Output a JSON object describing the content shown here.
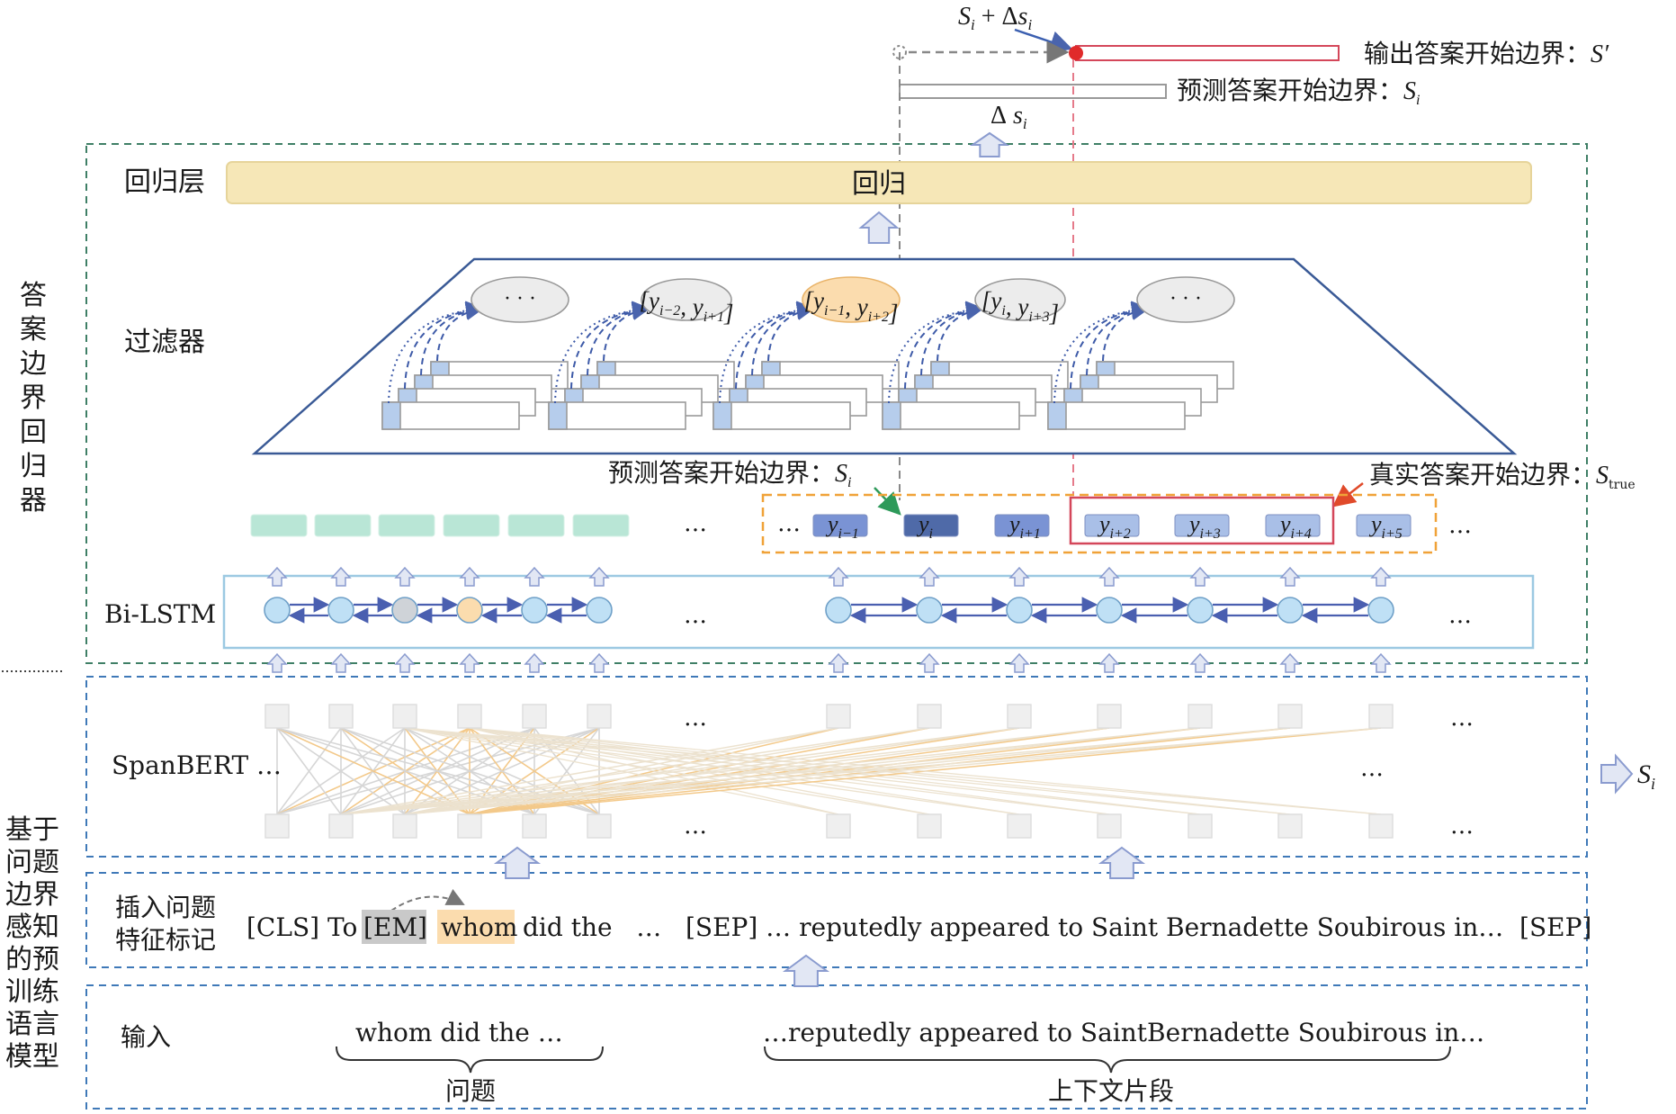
{
  "side_labels": {
    "regressor": "答案边界回归器",
    "pretrained_model": "基于问题边界感知的预训练语言模型"
  },
  "output": {
    "si_plus_delta": "S_i + Δs_i",
    "output_boundary": "输出答案开始边界：S′",
    "predicted_boundary": "预测答案开始边界：S_i",
    "delta": "Δs_i"
  },
  "regression": {
    "layer_label": "回归层",
    "bar_label": "回归"
  },
  "filter": {
    "label": "过滤器",
    "windows": [
      "· · ·",
      "[y_{i−2}, y_{i+1}]",
      "[y_{i−1}, y_{i+2}]",
      "[y_i, y_{i+3}]",
      "· · ·"
    ]
  },
  "labels_row": {
    "predicted_start": "预测答案开始边界：S_i",
    "true_start": "真实答案开始边界：S_true",
    "tokens": [
      "y_{i−1}",
      "y_i",
      "y_{i+1}",
      "y_{i+2}",
      "y_{i+3}",
      "y_{i+4}",
      "y_{i+5}"
    ],
    "ellipsis": "…"
  },
  "bilstm": {
    "label": "Bi-LSTM",
    "ellipsis": "…"
  },
  "spanbert": {
    "label": "SpanBERT …",
    "ellipsis": "…",
    "output_label": "S_i"
  },
  "feature": {
    "label_line1": "插入问题",
    "label_line2": "特征标记",
    "seq_cls": "[CLS] To",
    "seq_em": "[EM]",
    "seq_whom": "whom",
    "seq_rest": "did the   …   [SEP] … reputedly appeared to Saint Bernadette Soubirous in…  [SEP]"
  },
  "input": {
    "label": "输入",
    "question_text": "whom did the …",
    "question_brace": "问题",
    "context_text": "…reputedly appeared to SaintBernadette Soubirous in…",
    "context_brace": "上下文片段"
  },
  "colors": {
    "green_dash": "#3f7f66",
    "blue_dash": "#3f79b8",
    "trapezoid": "#3a5a96",
    "regression_fill": "#f6e7b7",
    "lstm_node": "#bfe0f5",
    "highlight_orange": "#fbdcae",
    "em_gray": "#c9c9c9",
    "label_dark": "#4f6aa8",
    "true_red": "#d4475a",
    "orange_dash": "#f0a238",
    "mint": "#b9e6d6"
  }
}
